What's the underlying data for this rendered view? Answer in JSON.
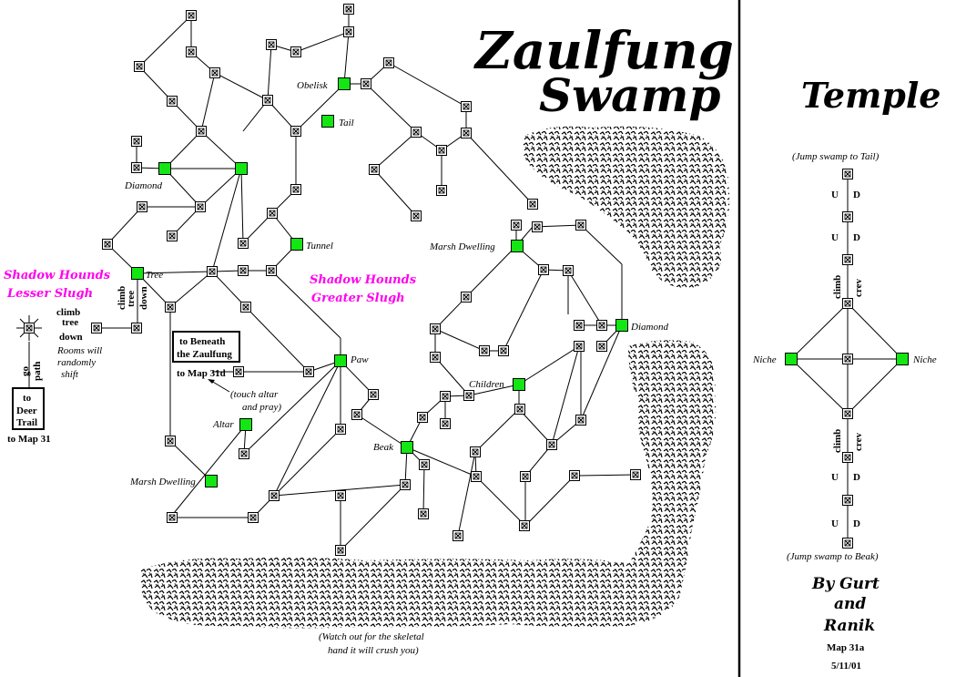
{
  "title": {
    "line1": "Zaulfung",
    "line2": "Swamp"
  },
  "temple": {
    "title": "Temple",
    "top_note": "(Jump swamp to Tail)",
    "bottom_note": "(Jump swamp to Beak)",
    "u": "U",
    "d": "D",
    "climb": "climb",
    "crev": "crev",
    "niche_left": "Niche",
    "niche_right": "Niche"
  },
  "labels": {
    "obelisk": "Obelisk",
    "tail": "Tail",
    "diamond_left": "Diamond",
    "tunnel": "Tunnel",
    "tree": "Tree",
    "marsh_dwelling_right": "Marsh Dwelling",
    "diamond_right": "Diamond",
    "paw": "Paw",
    "children": "Children",
    "beak": "Beak",
    "altar": "Altar",
    "marsh_dwelling_left": "Marsh Dwelling",
    "touch_line1": "(touch altar",
    "touch_line2": "and pray)"
  },
  "monsters": {
    "left_line1": "Shadow Hounds",
    "left_line2": "Lesser Slugh",
    "center_line1": "Shadow Hounds",
    "center_line2": "Greater Slugh"
  },
  "exits": {
    "climb_tree": "climb tree",
    "climb": "climb",
    "tree": "tree",
    "down": "down",
    "rooms_line1": "Rooms will",
    "rooms_line2": "randomly",
    "rooms_line3": "shift",
    "go": "go",
    "path": "path",
    "deer_line1": "to",
    "deer_line2": "Deer",
    "deer_line3": "Trail",
    "to_map31": "to Map 31",
    "beneath_line1": "to Beneath",
    "beneath_line2": "the Zaulfung",
    "to_map31d": "to Map 31d"
  },
  "warning": {
    "line1": "(Watch out for the skeletal",
    "line2": "hand it will crush you)"
  },
  "credits": {
    "by": "By Gurt",
    "and": "and",
    "ranik": "Ranik",
    "map": "Map 31a",
    "date": "5/11/01"
  },
  "colors": {
    "special_room": "#14e614",
    "monster_text": "#ff00ee",
    "foliage": "#333333"
  }
}
